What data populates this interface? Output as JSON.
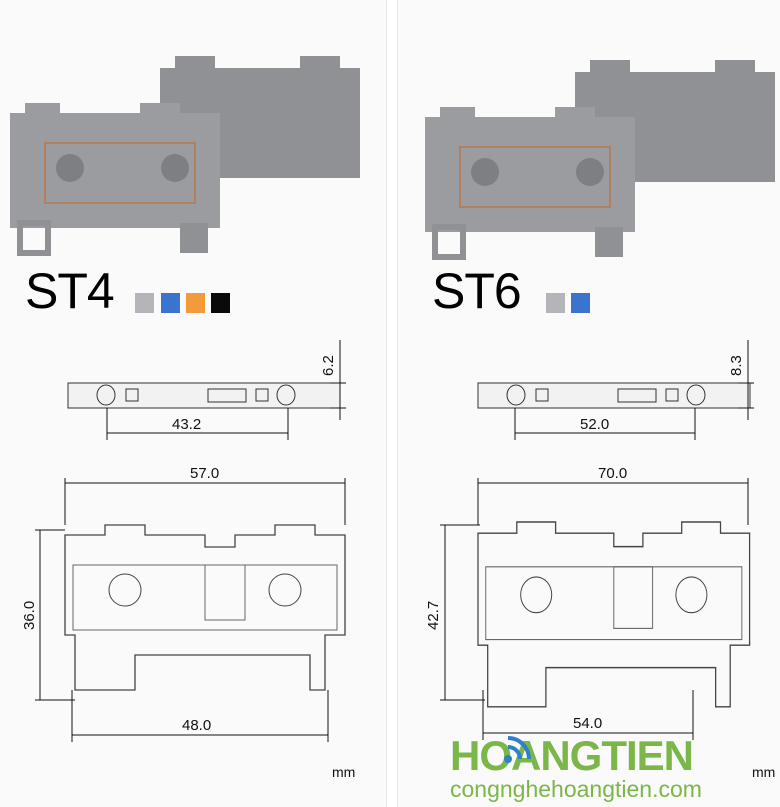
{
  "products": [
    {
      "model": "ST4",
      "colors": [
        "#b3b5b8",
        "#3a74cf",
        "#f39a3a",
        "#0a0a0a"
      ],
      "dimensions": {
        "top_pitch": "43.2",
        "thickness": "6.2",
        "length": "57.0",
        "height": "36.0",
        "base_length": "48.0"
      },
      "unit": "mm"
    },
    {
      "model": "ST6",
      "colors": [
        "#b3b5b8",
        "#3a74cf"
      ],
      "dimensions": {
        "top_pitch": "52.0",
        "thickness": "8.3",
        "length": "70.0",
        "height": "42.7",
        "base_length": "54.0"
      },
      "unit": "mm"
    }
  ],
  "watermark": {
    "brand": "HOANGTIEN",
    "url": "congnghehoangtien.com",
    "color": "#7ab648",
    "icon_color": "#2f80c8"
  }
}
